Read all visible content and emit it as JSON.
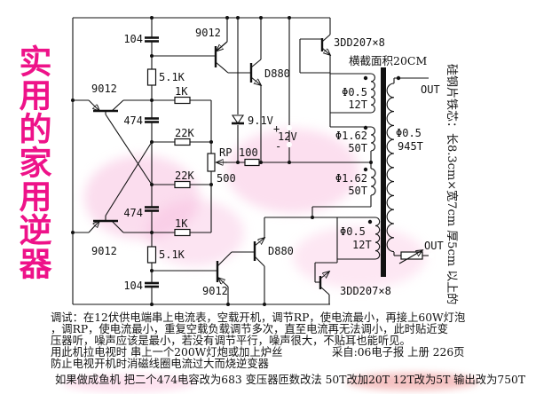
{
  "page": {
    "title": "实用的家用逆器",
    "side_note": "硅钢片铁芯：长8.3cm×宽7cm 厚5cm 以上的"
  },
  "colors": {
    "title": "#ee1289",
    "wire": "#111111",
    "watermark": "#f6aad4"
  },
  "labels": {
    "c104_top": "104",
    "q9012_tc": "9012",
    "q3dd_top": "3DD207×8",
    "core_area": "横截面积20CM",
    "r51k_top": "5.1K",
    "r1k_top": "1K",
    "q9012_tl": "9012",
    "c474_top": "474",
    "r22k_top": "22K",
    "zener": "9.1V",
    "plus": "+",
    "battery": "12V",
    "minus": "-",
    "rp": "RP",
    "rp_val": "500",
    "r100": "100",
    "r22k_bot": "22K",
    "c474_bot": "474",
    "r1k_bot": "1K",
    "q9012_bl": "9012",
    "r51k_bot": "5.1K",
    "c104_bot": "104",
    "q9012_bc": "9012",
    "qd880_top": "D880",
    "qd880_bot": "D880",
    "q3dd_bot": "3DD207×8",
    "w1_d": "Φ0.5",
    "w1_t": "12T",
    "w2_d": "Φ1.62",
    "w2_t": "50T",
    "w3_d": "Φ1.62",
    "w3_t": "50T",
    "w4_d": "Φ0.5",
    "w4_t": "12T",
    "sec_d": "Φ0.5",
    "sec_t": "945T",
    "out_top": "OUT",
    "out_bot": "OUT"
  },
  "notes": {
    "line1": "调试：在12伏供电端串上电流表，空载开机，调节RP，使电流最小，再接上60W灯泡",
    "line2": "，调RP，使电流最小，重复空载负载调节多次，直至电流再无法调小，此时贴近变",
    "line3": "压器听，噪声应该是最小，若没有调节平行，噪声很大，不贴耳也能听见。",
    "line4": "用此机拉电视时 串上一个200W灯炮或加上炉丝",
    "source": "采自:06电子报 上册 226页",
    "line5": "防止电视开机时消磁线圈电流过大而烧逆变器",
    "line6": "如果做成鱼机 把二个474电容改为683 变压器匝数改法 50T改加20T 12T改为5T 输出改为750T"
  }
}
